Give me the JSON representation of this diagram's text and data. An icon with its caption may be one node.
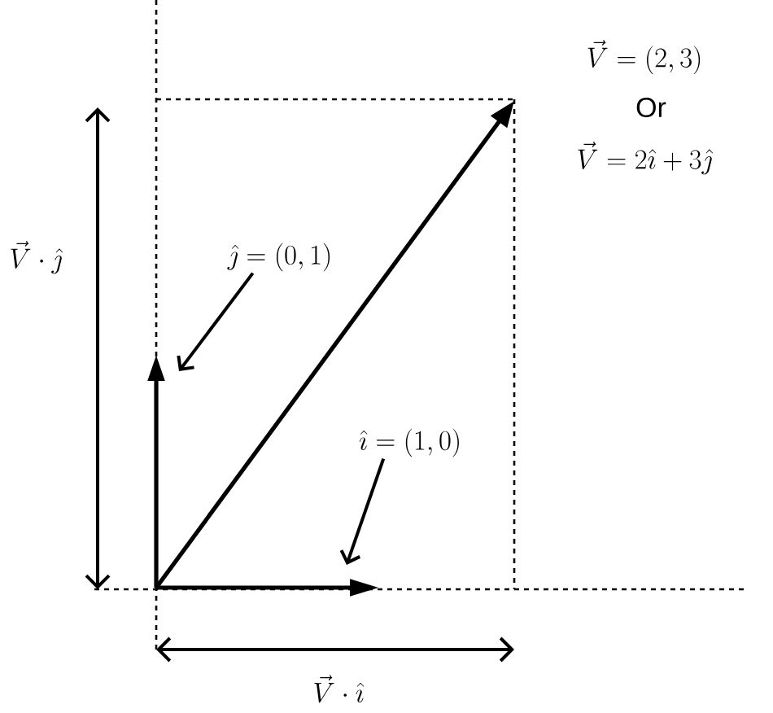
{
  "diagram": {
    "nodes": [
      {
        "text": [
          "\\hat{\\jmath} = (0,1)"
        ]
      },
      {
        "text": [
          "\\hat{\\imath} = (1,0)"
        ]
      }
    ],
    "edges": [
      {
        "from": 0,
        "to": null,
        "arrow": "to"
      },
      {
        "from": 1,
        "to": null,
        "arrow": "to"
      }
    ],
    "labels": [
      "\\vec{V} = (2,3)",
      "Or",
      "\\vec{V} = 2\\hat{\\imath} + 3\\hat{\\jmath}",
      "\\vec{V}\\cdot\\hat{\\jmath}",
      "\\vec{V}\\cdot\\hat{\\imath}"
    ]
  }
}
